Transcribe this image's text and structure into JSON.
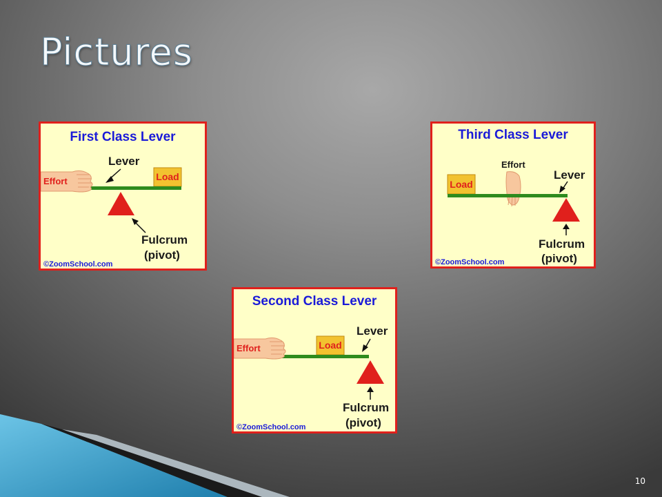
{
  "slide": {
    "title": "Pictures",
    "page_number": "10"
  },
  "colors": {
    "panel_bg": "#ffffc8",
    "panel_border": "#e0201c",
    "title_blue": "#1a1ad8",
    "lever_green": "#2e8b1e",
    "fulcrum_red": "#e0201c",
    "load_box": "#f2c230",
    "corner_blue": "#3a9fc8"
  },
  "levers": [
    {
      "title": "First Class Lever",
      "lever_label": "Lever",
      "load_label": "Load",
      "effort_label": "Effort",
      "fulcrum_label": "Fulcrum",
      "pivot_label": "(pivot)",
      "copyright": "©ZoomSchool.com"
    },
    {
      "title": "Third Class Lever",
      "lever_label": "Lever",
      "load_label": "Load",
      "effort_label": "Effort",
      "fulcrum_label": "Fulcrum",
      "pivot_label": "(pivot)",
      "copyright": "©ZoomSchool.com"
    },
    {
      "title": "Second Class Lever",
      "lever_label": "Lever",
      "load_label": "Load",
      "effort_label": "Effort",
      "fulcrum_label": "Fulcrum",
      "pivot_label": "(pivot)",
      "copyright": "©ZoomSchool.com"
    }
  ]
}
